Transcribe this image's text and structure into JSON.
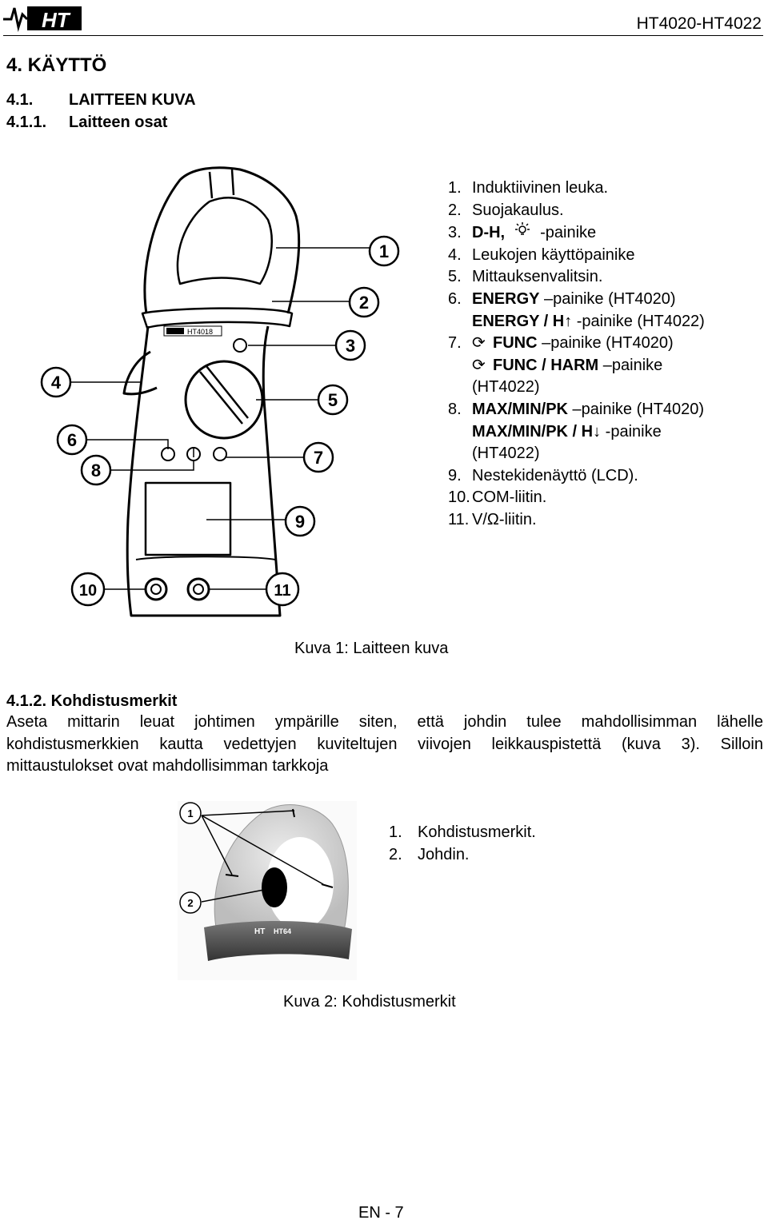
{
  "header": {
    "logo_text": "HT",
    "model": "HT4020-HT4022"
  },
  "section": {
    "title": "4.  KÄYTTÖ",
    "sub1_num": "4.1.",
    "sub1_title": "LAITTEEN KUVA",
    "sub2_num": "4.1.1.",
    "sub2_title": "Laitteen osat"
  },
  "figure1": {
    "device_label": "HT4018",
    "callouts": [
      "1",
      "2",
      "3",
      "4",
      "5",
      "6",
      "7",
      "8",
      "9",
      "10",
      "11"
    ],
    "caption": "Kuva 1: Laitteen kuva"
  },
  "parts": {
    "i1_num": "1.",
    "i1": "Induktiivinen leuka.",
    "i2_num": "2.",
    "i2": "Suojakaulus.",
    "i3_num": "3.",
    "i3_bold": "D-H,",
    "i3_rest": "-painike",
    "i4_num": "4.",
    "i4": "Leukojen käyttöpainike",
    "i5_num": "5.",
    "i5": "Mittauksenvalitsin.",
    "i6_num": "6.",
    "i6_bold": "ENERGY",
    "i6_rest": " –painike (HT4020)",
    "i6b_bold": "ENERGY / H",
    "i6b_rest": " -painike (HT4022)",
    "i7_num": "7.",
    "i7_bold": "FUNC",
    "i7_rest": " –painike (HT4020)",
    "i7b_bold": "FUNC / HARM",
    "i7b_rest": " –painike",
    "i7c": "(HT4022)",
    "i8_num": "8.",
    "i8_bold": "MAX/MIN/PK",
    "i8_rest": " –painike (HT4020)",
    "i8b_bold": "MAX/MIN/PK / H",
    "i8b_rest": " -painike",
    "i8c": "(HT4022)",
    "i9_num": "9.",
    "i9": "Nestekidenäyttö (LCD).",
    "i10_num": "10.",
    "i10": "COM-liitin.",
    "i11_num": "11.",
    "i11": "V/Ω-liitin."
  },
  "section2": {
    "num": "4.1.2.",
    "title": "Kohdistusmerkit",
    "para_line1": "Aseta mittarin leuat johtimen ympärille siten, että johdin tulee mahdollisimman lähelle",
    "para_line2": "kohdistusmerkkien kautta vedettyjen kuviteltujen viivojen leikkauspistettä (kuva 3). Silloin",
    "para_line3": "mittaustulokset ovat mahdollisimman tarkkoja"
  },
  "figure2": {
    "callouts": [
      "1",
      "2"
    ],
    "jaw_label": "HT",
    "jaw_model": "HT64",
    "legend1_num": "1.",
    "legend1": "Kohdistusmerkit.",
    "legend2_num": "2.",
    "legend2": "Johdin.",
    "caption": "Kuva 2: Kohdistusmerkit"
  },
  "footer": {
    "page": "EN - 7"
  }
}
